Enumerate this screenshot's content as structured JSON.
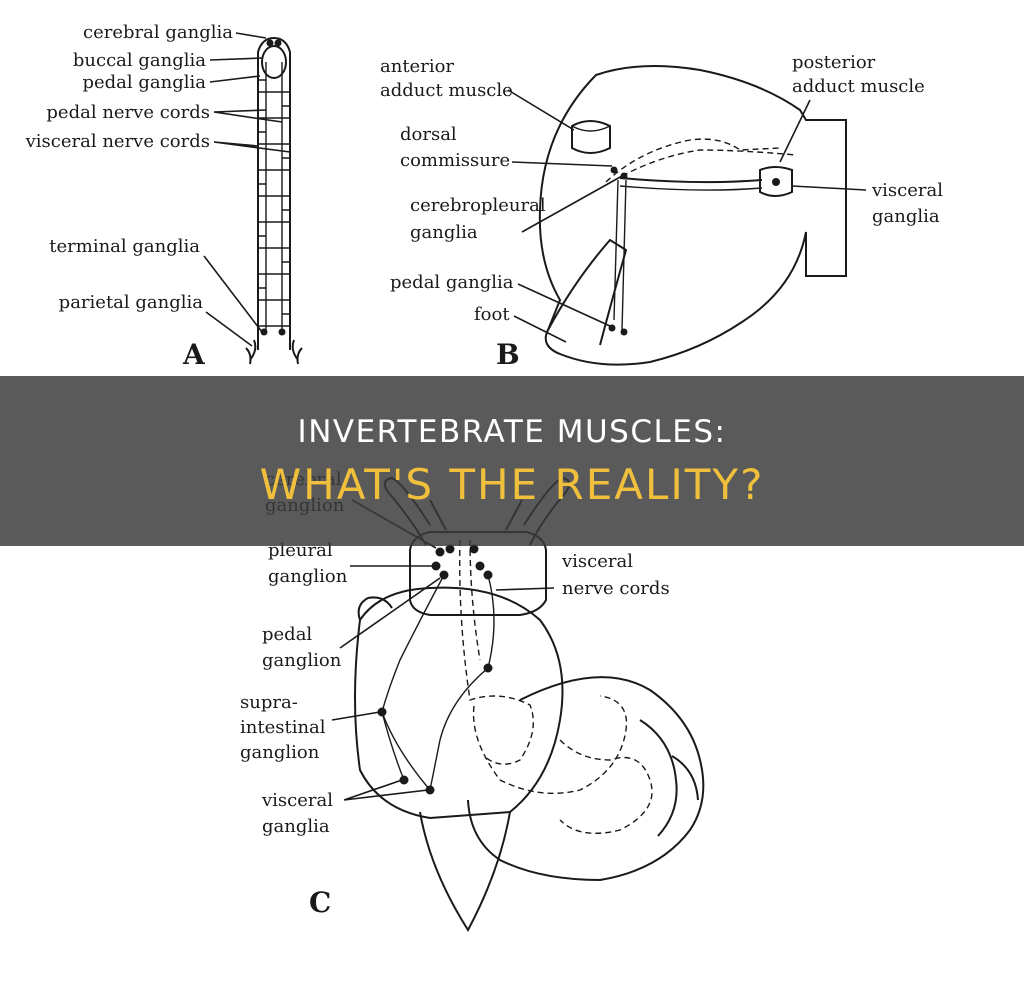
{
  "panels": {
    "a": {
      "letter": "A",
      "labels": {
        "cerebral_ganglia": "cerebral ganglia",
        "buccal_ganglia": "buccal ganglia",
        "pedal_ganglia": "pedal ganglia",
        "pedal_nerve_cords": "pedal nerve cords",
        "visceral_nerve_cords": "visceral nerve cords",
        "terminal_ganglia": "terminal ganglia",
        "parietal_ganglia": "parietal ganglia"
      }
    },
    "b": {
      "letter": "B",
      "labels": {
        "anterior_1": "anterior",
        "anterior_2": "adduct muscle",
        "posterior_1": "posterior",
        "posterior_2": "adduct muscle",
        "dorsal_1": "dorsal",
        "dorsal_2": "commissure",
        "cerebropleural_1": "cerebropleural",
        "cerebropleural_2": "ganglia",
        "visceral_1": "visceral",
        "visceral_2": "ganglia",
        "pedal_ganglia": "pedal ganglia",
        "foot": "foot"
      }
    },
    "c": {
      "letter": "C",
      "labels": {
        "cerebral_1": "cerebral",
        "cerebral_2": "ganglion",
        "pleural_1": "pleural",
        "pleural_2": "ganglion",
        "visceral_nerve_1": "visceral",
        "visceral_nerve_2": "nerve cords",
        "pedal_1": "pedal",
        "pedal_2": "ganglion",
        "supra_1": "supra-",
        "supra_2": "intestinal",
        "supra_3": "ganglion",
        "visceral_ganglia_1": "visceral",
        "visceral_ganglia_2": "ganglia"
      }
    }
  },
  "banner": {
    "line1": "Invertebrate Muscles:",
    "line2": "What's The Reality?"
  },
  "colors": {
    "banner_bg": "#3a3a3a",
    "banner_line2": "#f0bf3c"
  }
}
